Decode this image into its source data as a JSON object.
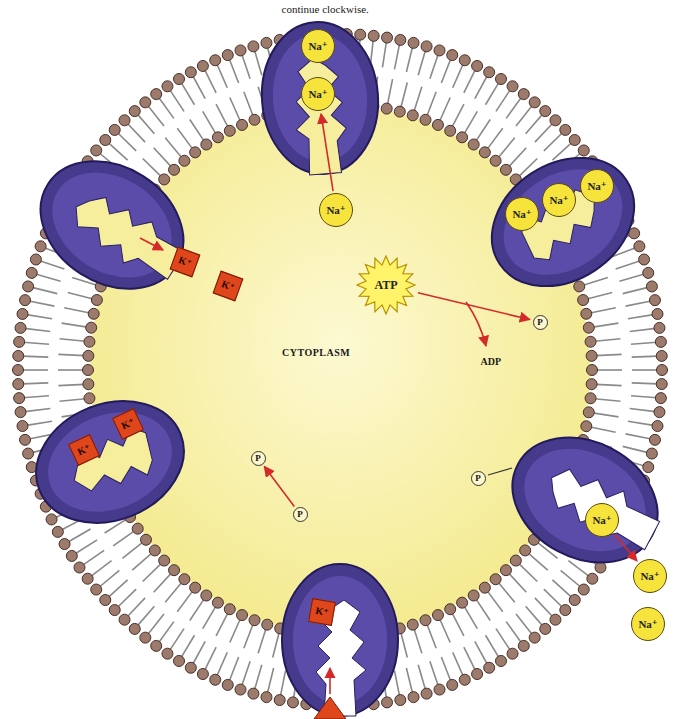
{
  "diagram": {
    "nodes": [
      {
        "text": [
          "Na⁺"
        ]
      },
      {
        "text": [
          "Na⁺"
        ]
      },
      {
        "text": [
          "Na⁺"
        ]
      },
      {
        "text": [
          "Na⁺"
        ]
      },
      {
        "text": [
          "Na⁺"
        ]
      },
      {
        "text": [
          "Na⁺"
        ]
      },
      {
        "text": [
          "K⁺"
        ]
      },
      {
        "text": [
          "K⁺"
        ]
      },
      {
        "text": [
          "ATP"
        ]
      },
      {
        "text": [
          "P"
        ]
      },
      {
        "text": [
          "K⁺"
        ]
      },
      {
        "text": [
          "K⁺"
        ]
      },
      {
        "text": [
          "P"
        ]
      },
      {
        "text": [
          "Na⁺"
        ]
      },
      {
        "text": [
          "Na⁺"
        ]
      },
      {
        "text": [
          "Na⁺"
        ]
      },
      {
        "text": [
          "P"
        ]
      },
      {
        "text": [
          "P"
        ]
      },
      {
        "text": [
          "K⁺"
        ]
      }
    ],
    "edges": [
      {
        "from": 2,
        "to": 1,
        "arrow": "to"
      },
      {
        "from": 8,
        "to": 9,
        "arrow": "to"
      },
      {
        "from": 13,
        "to": 14,
        "arrow": "to"
      },
      {
        "from": 17,
        "to": 16,
        "arrow": "to"
      }
    ],
    "labels": [
      "continue clockwise.",
      "CYTOPLASM",
      "ADP"
    ]
  }
}
